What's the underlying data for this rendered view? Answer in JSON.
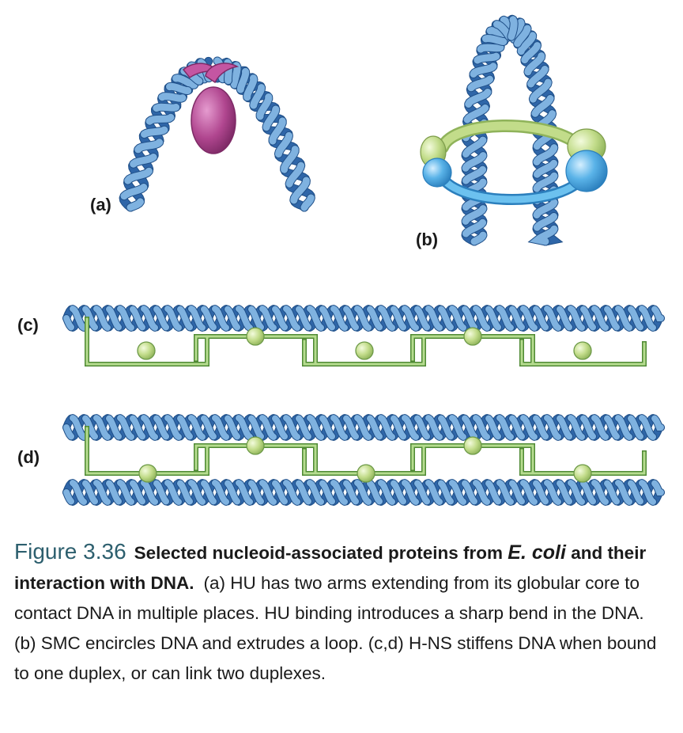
{
  "panels": {
    "a": "(a)",
    "b": "(b)",
    "c": "(c)",
    "d": "(d)"
  },
  "caption": {
    "figure_number": "Figure 3.36",
    "title_prefix": "Selected nucleoid-associated proteins from",
    "title_organism": "E. coli",
    "title_suffix": "and their interaction with DNA.",
    "body": "(a) HU has two arms extending from its globular core to contact DNA in multiple places. HU binding introduces a sharp bend in the DNA. (b) SMC encircles DNA and extrudes a loop. (c,d) H-NS stiffens DNA when bound to one duplex, or can link two duplexes."
  },
  "colors": {
    "dna_dark": "#2f66a8",
    "dna_light": "#7fb2e0",
    "hu_protein": "#b0468f",
    "smc_green": "#c2dc8a",
    "smc_blue": "#5ab3e8",
    "hns_green": "#7ab65a",
    "caption_figure_number": "#2d5f6e"
  }
}
